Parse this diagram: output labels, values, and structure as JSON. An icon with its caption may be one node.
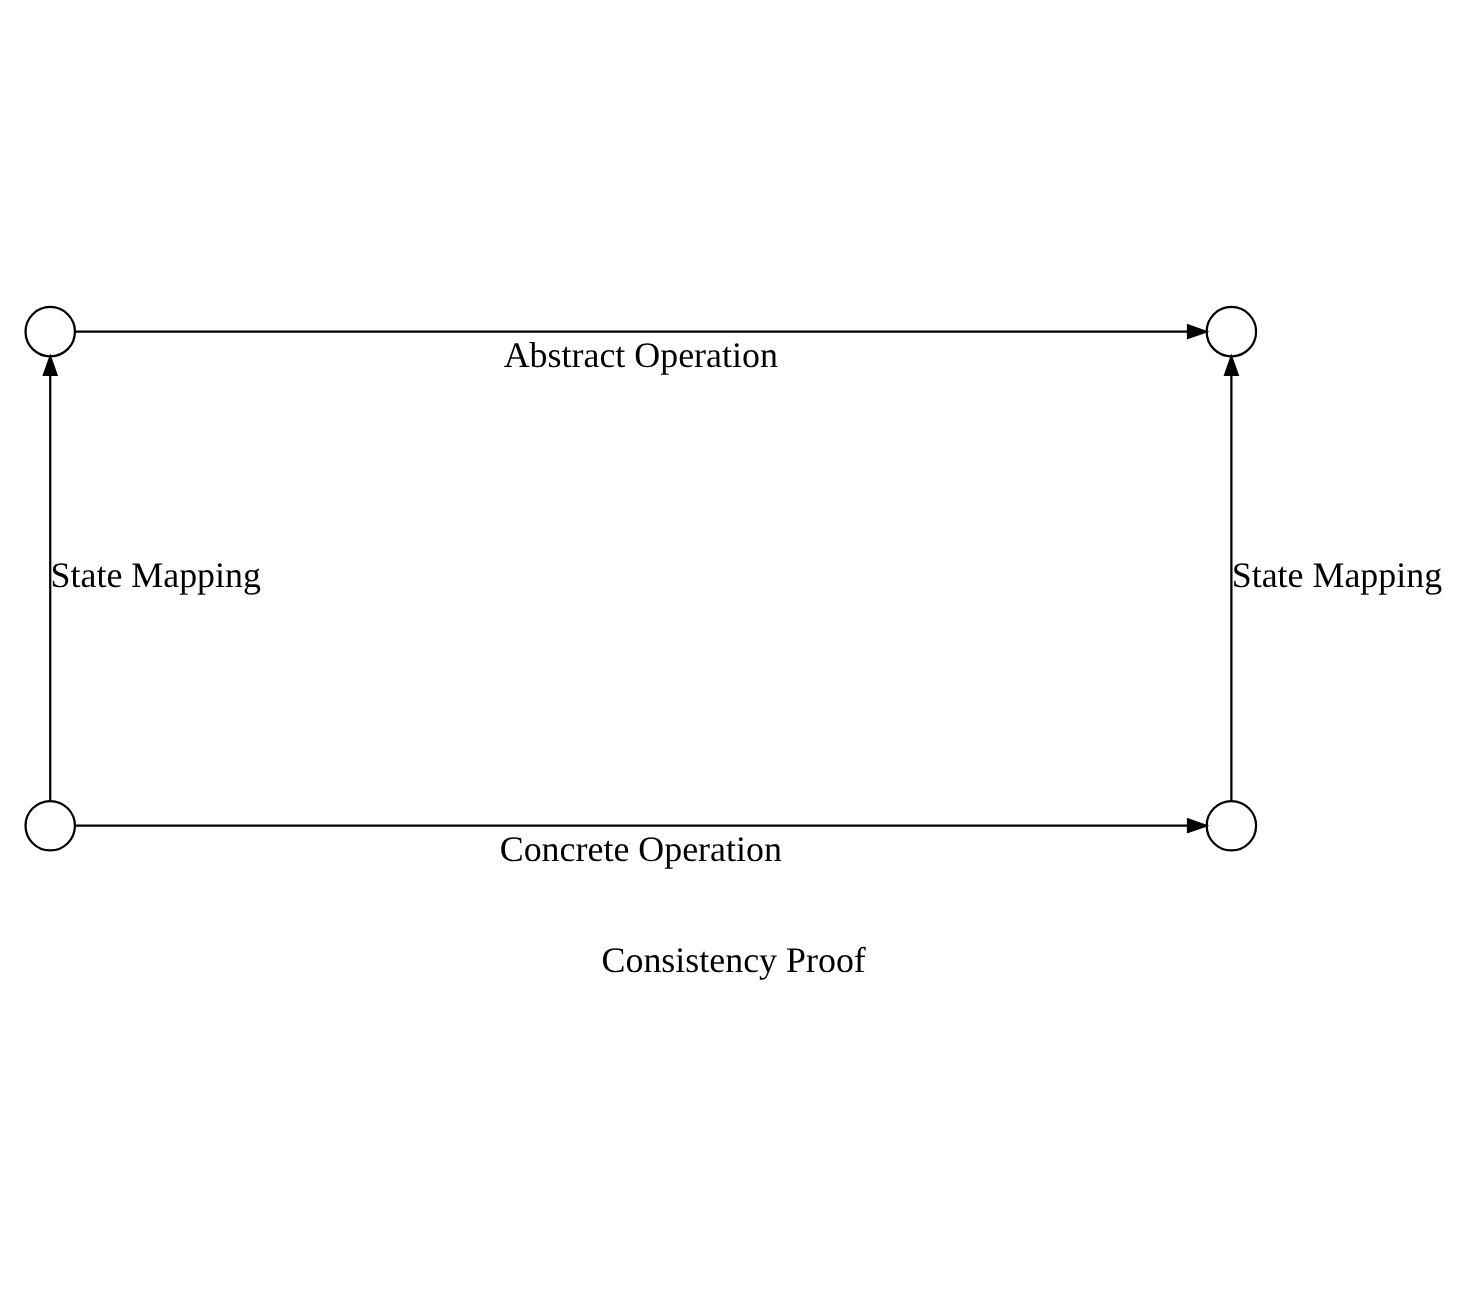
{
  "diagram": {
    "caption": "Consistency Proof",
    "nodes": [
      {
        "text": [],
        "shape": "circle"
      },
      {
        "text": [],
        "shape": "circle"
      },
      {
        "text": [],
        "shape": "circle"
      },
      {
        "text": [],
        "shape": "circle"
      }
    ],
    "edges": [
      {
        "from": 0,
        "to": 1,
        "arrow": "to",
        "label": "Abstract Operation"
      },
      {
        "from": 2,
        "to": 0,
        "arrow": "to",
        "label": "State Mapping"
      },
      {
        "from": 3,
        "to": 1,
        "arrow": "to",
        "label": "State Mapping"
      },
      {
        "from": 2,
        "to": 3,
        "arrow": "to",
        "label": "Concrete Operation"
      }
    ]
  }
}
